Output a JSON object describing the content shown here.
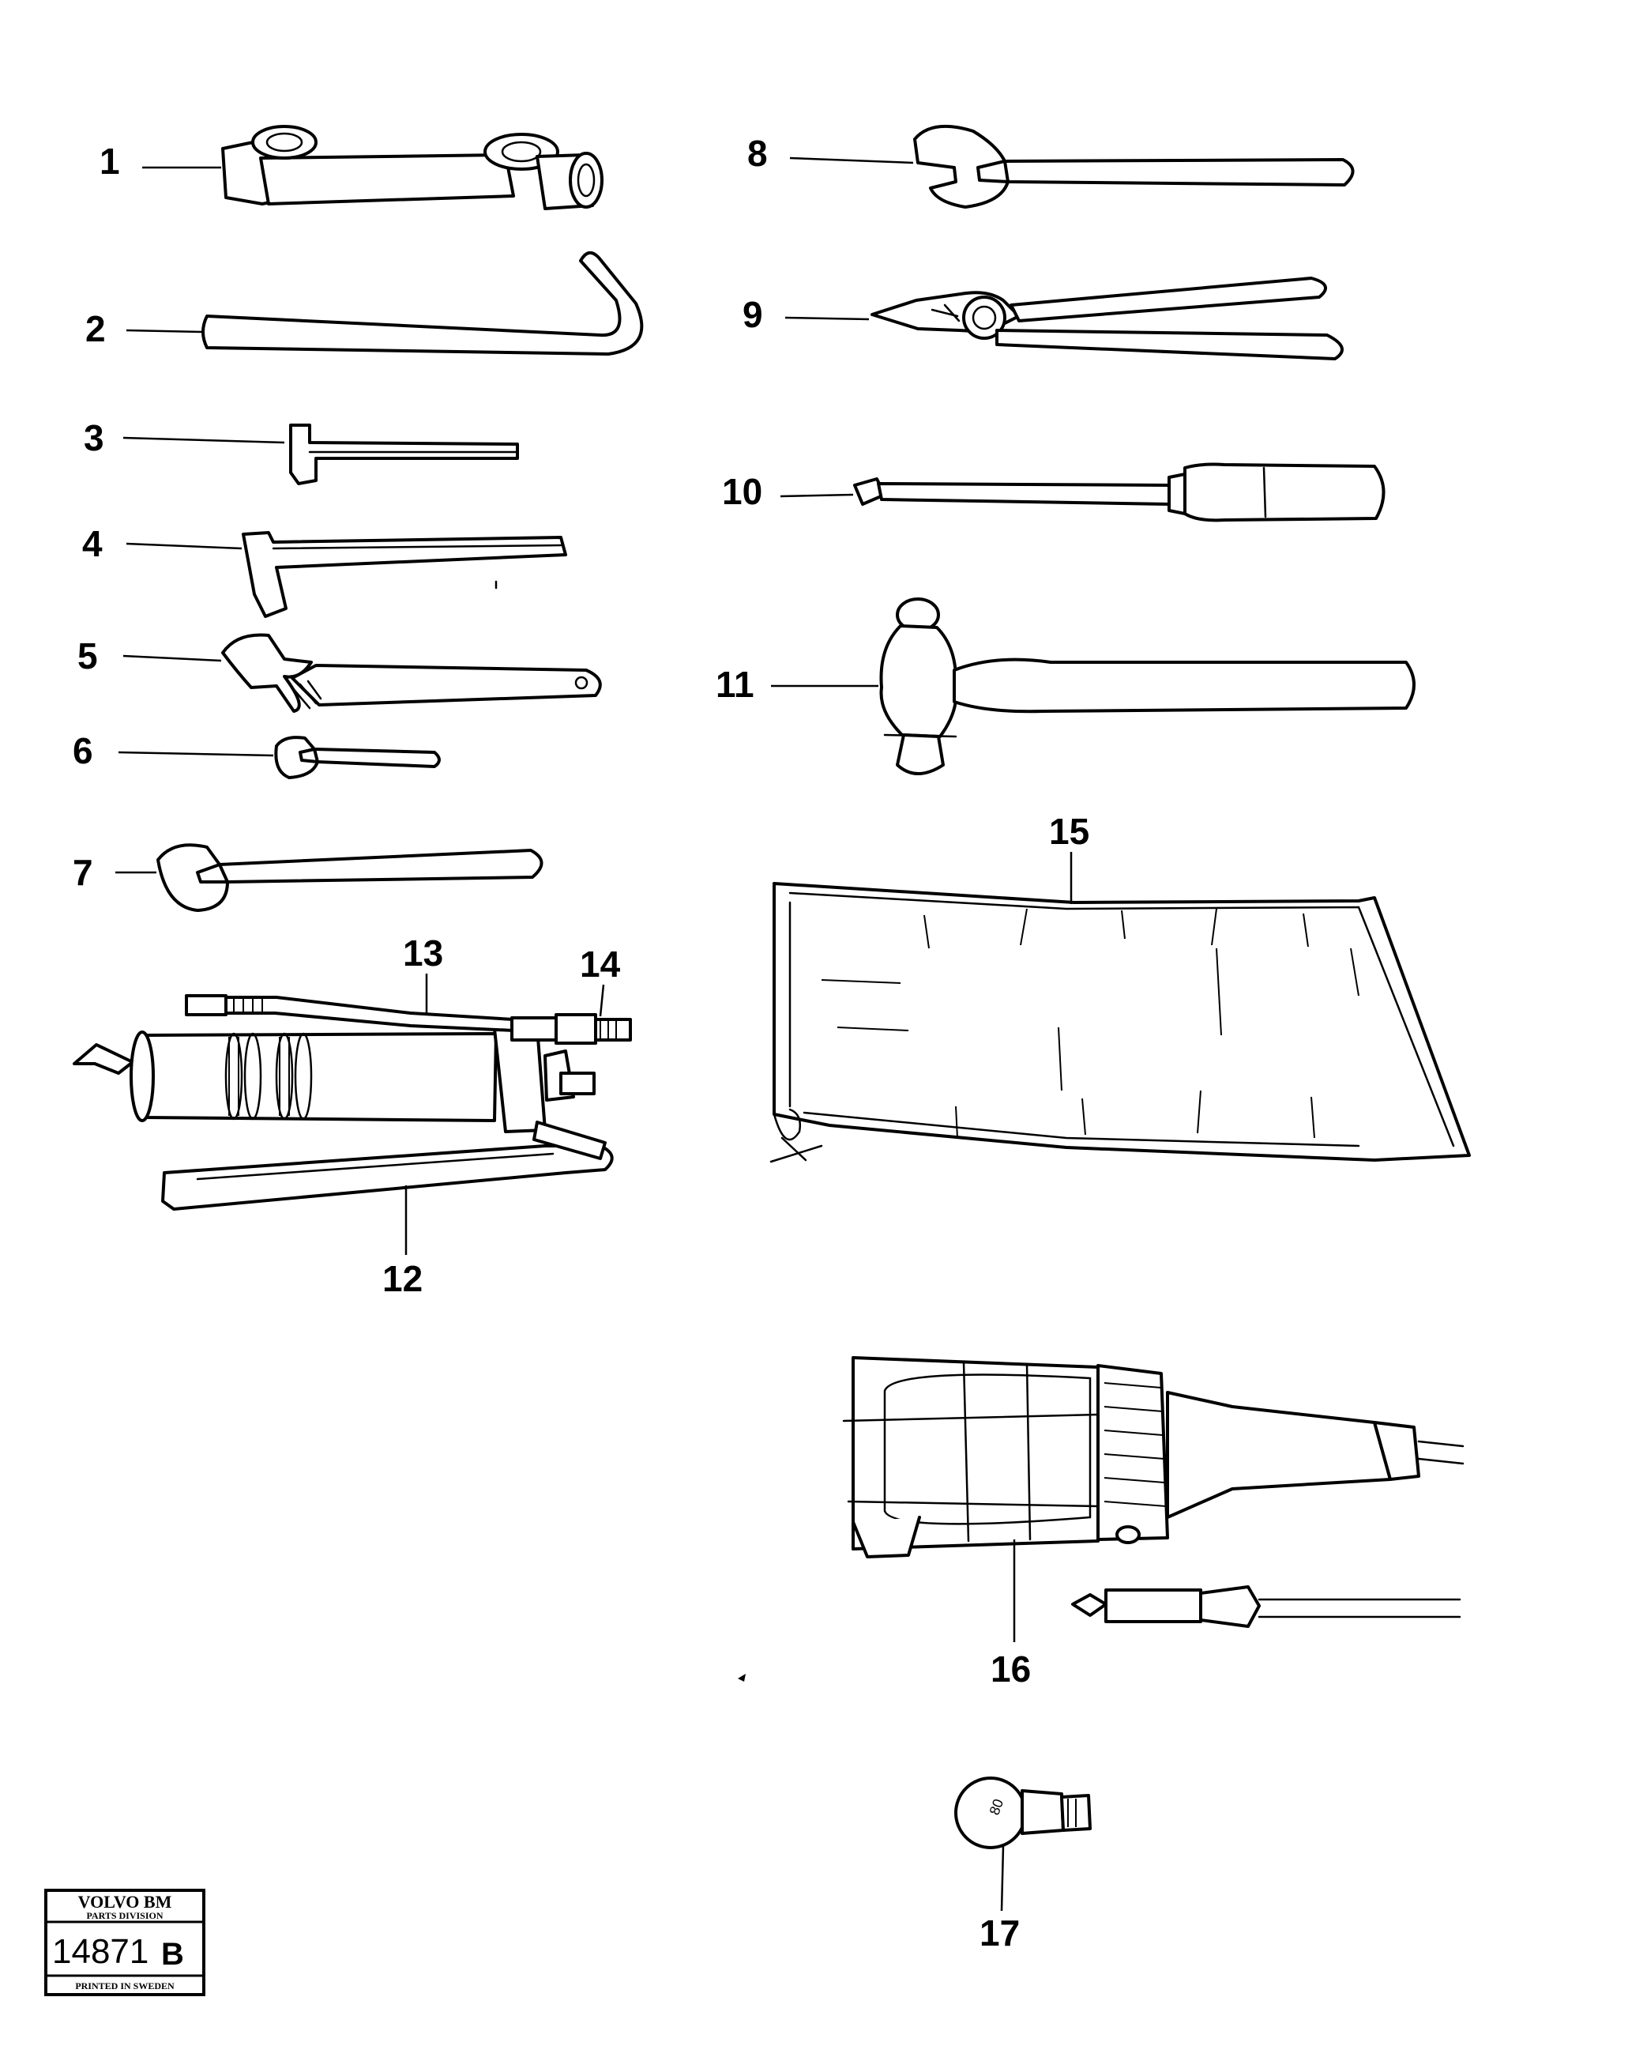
{
  "callouts": {
    "c1": "1",
    "c2": "2",
    "c3": "3",
    "c4": "4",
    "c5": "5",
    "c6": "6",
    "c7": "7",
    "c8": "8",
    "c9": "9",
    "c10": "10",
    "c11": "11",
    "c12": "12",
    "c13": "13",
    "c14": "14",
    "c15": "15",
    "c16": "16",
    "c17": "17"
  },
  "badge": {
    "brand": "VOLVO BM",
    "division": "PARTS DIVISION",
    "number": "14871",
    "revision": "B",
    "printed": "PRINTED IN SWEDEN"
  },
  "bulb_marking": "80"
}
